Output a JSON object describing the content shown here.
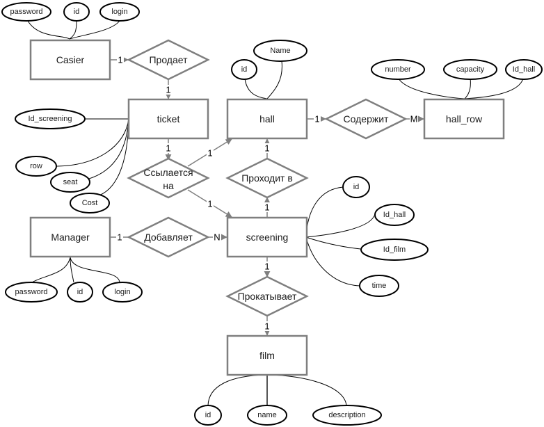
{
  "entities": {
    "casier": "Casier",
    "ticket": "ticket",
    "hall": "hall",
    "hall_row": "hall_row",
    "manager": "Manager",
    "screening": "screening",
    "film": "film"
  },
  "relationships": {
    "sells": "Продает",
    "contains": "Содержит",
    "refers_line1": "Ссылается",
    "refers_line2": "на",
    "takes_place": "Проходит в",
    "adds": "Добавляет",
    "shows": "Прокатывает"
  },
  "attributes": {
    "casier": [
      "password",
      "id",
      "login"
    ],
    "hall": [
      "id",
      "Name"
    ],
    "hall_row": [
      "number",
      "capacity",
      "Id_hall"
    ],
    "ticket": [
      "Id_screening",
      "row",
      "seat",
      "Cost"
    ],
    "manager": [
      "password",
      "id",
      "login"
    ],
    "screening": [
      "id",
      "Id_hall",
      "Id_film",
      "time"
    ],
    "film": [
      "id",
      "name",
      "description"
    ]
  },
  "cardinalities": {
    "casier_sells": "1",
    "sells_ticket": "1",
    "hall_contains": "1",
    "contains_hall_row": "M",
    "ticket_refers": "1",
    "refers_hall": "1",
    "refers_screening": "1",
    "hall_takes_place": "1",
    "takes_place_screening": "1",
    "manager_adds": "1",
    "adds_screening": "N",
    "screening_shows": "1",
    "shows_film": "1"
  }
}
